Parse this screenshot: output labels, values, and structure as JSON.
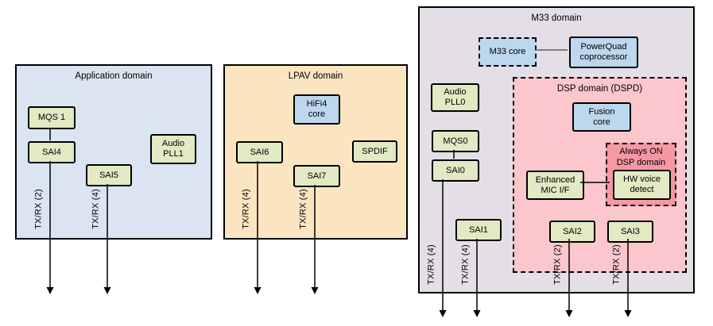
{
  "colors": {
    "application_fill": "#dbe5f1",
    "lpav_fill": "#fbe5c0",
    "m33_fill": "#e4dee6",
    "dsp_fill": "#fbc7cd",
    "always_on_fill": "#f697a4",
    "module_green": "#e2e9c3",
    "core_blue": "#bdd7ee",
    "border_black": "#000000",
    "connector_gray": "#7f7f7f"
  },
  "application": {
    "title": "Application domain",
    "mqs1": "MQS 1",
    "sai4": "SAI4",
    "sai5": "SAI5",
    "audio_pll1": "Audio\nPLL1",
    "tx_rx_sai4": "TX/RX (2)",
    "tx_rx_sai5": "TX/RX (4)"
  },
  "lpav": {
    "title": "LPAV domain",
    "hifi4": "HiFi4\ncore",
    "sai6": "SAI6",
    "spdif": "SPDIF",
    "sai7": "SAI7",
    "tx_rx_sai6": "TX/RX (4)",
    "tx_rx_sai7": "TX/RX (4)"
  },
  "m33": {
    "title": "M33 domain",
    "m33_core": "M33 core",
    "powerquad": "PowerQuad\ncoprocessor",
    "audio_pll0": "Audio\nPLL0",
    "mqs0": "MQS0",
    "sai0": "SAI0",
    "sai1": "SAI1",
    "tx_rx_sai0": "TX/RX (4)",
    "tx_rx_sai1": "TX/RX (4)",
    "dsp": {
      "title": "DSP domain (DSPD)",
      "fusion": "Fusion\ncore",
      "enhanced_mic": "Enhanced\nMIC I/F",
      "sai2": "SAI2",
      "sai3": "SAI3",
      "tx_rx_sai2": "TX/RX (2)",
      "tx_rx_sai3": "TX/RX (2)",
      "always_on": {
        "title": "Always ON\nDSP domain",
        "hw_voice": "HW voice\ndetect"
      }
    }
  }
}
